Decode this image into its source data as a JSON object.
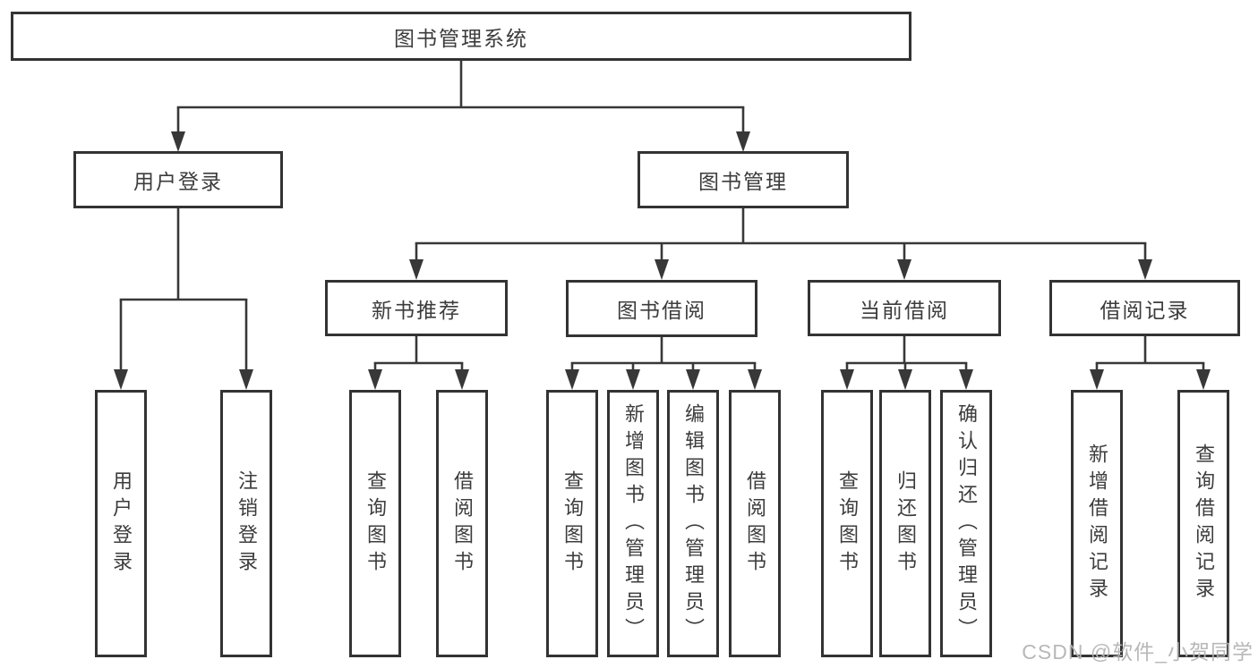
{
  "diagram": {
    "tree": {
      "label": "图书管理系统",
      "children": [
        {
          "label": "用户登录",
          "children": [
            {
              "label": "用户登录"
            },
            {
              "label": "注销登录"
            }
          ]
        },
        {
          "label": "图书管理",
          "children": [
            {
              "label": "新书推荐",
              "children": [
                {
                  "label": "查询图书"
                },
                {
                  "label": "借阅图书"
                }
              ]
            },
            {
              "label": "图书借阅",
              "children": [
                {
                  "label": "查询图书"
                },
                {
                  "label": "新增图书（管理员）"
                },
                {
                  "label": "编辑图书（管理员）"
                },
                {
                  "label": "借阅图书"
                }
              ]
            },
            {
              "label": "当前借阅",
              "children": [
                {
                  "label": "查询图书"
                },
                {
                  "label": "归还图书"
                },
                {
                  "label": "确认归还（管理员）"
                }
              ]
            },
            {
              "label": "借阅记录",
              "children": [
                {
                  "label": "新增借阅记录"
                },
                {
                  "label": "查询借阅记录"
                }
              ]
            }
          ]
        }
      ]
    },
    "colors": {
      "line": "#383838",
      "text": "#3c3c3c",
      "watermark": "#b2b2b2",
      "background": "#ffffff"
    }
  },
  "watermark": {
    "text": "CSDN @软件_小贺同学"
  }
}
